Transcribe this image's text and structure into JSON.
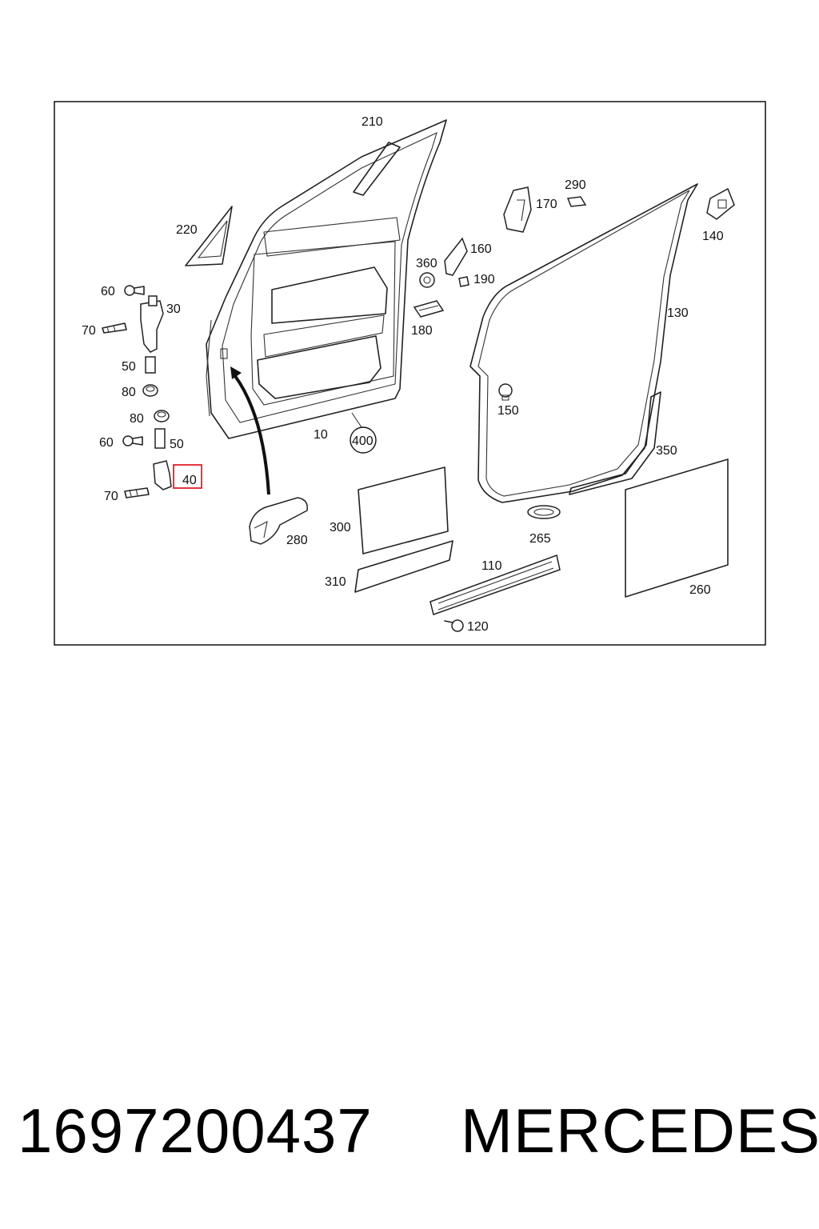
{
  "diagram": {
    "labels": [
      {
        "id": "l210",
        "text": "210"
      },
      {
        "id": "l220",
        "text": "220"
      },
      {
        "id": "l170",
        "text": "170"
      },
      {
        "id": "l290",
        "text": "290"
      },
      {
        "id": "l140",
        "text": "140"
      },
      {
        "id": "l160",
        "text": "160"
      },
      {
        "id": "l360",
        "text": "360"
      },
      {
        "id": "l190",
        "text": "190"
      },
      {
        "id": "l180",
        "text": "180"
      },
      {
        "id": "l130",
        "text": "130"
      },
      {
        "id": "l60a",
        "text": "60"
      },
      {
        "id": "l30",
        "text": "30"
      },
      {
        "id": "l70a",
        "text": "70"
      },
      {
        "id": "l50a",
        "text": "50"
      },
      {
        "id": "l80a",
        "text": "80"
      },
      {
        "id": "l80b",
        "text": "80"
      },
      {
        "id": "l60b",
        "text": "60"
      },
      {
        "id": "l50b",
        "text": "50"
      },
      {
        "id": "l40",
        "text": "40"
      },
      {
        "id": "l70b",
        "text": "70"
      },
      {
        "id": "l10",
        "text": "10"
      },
      {
        "id": "l400",
        "text": "400"
      },
      {
        "id": "l150",
        "text": "150"
      },
      {
        "id": "l350",
        "text": "350"
      },
      {
        "id": "l280",
        "text": "280"
      },
      {
        "id": "l300",
        "text": "300"
      },
      {
        "id": "l310",
        "text": "310"
      },
      {
        "id": "l265",
        "text": "265"
      },
      {
        "id": "l110",
        "text": "110"
      },
      {
        "id": "l260",
        "text": "260"
      },
      {
        "id": "l120",
        "text": "120"
      }
    ],
    "highlight_label": "40",
    "highlight_color": "#e0202a"
  },
  "footer": {
    "part_number": "1697200437",
    "brand": "MERCEDES"
  }
}
